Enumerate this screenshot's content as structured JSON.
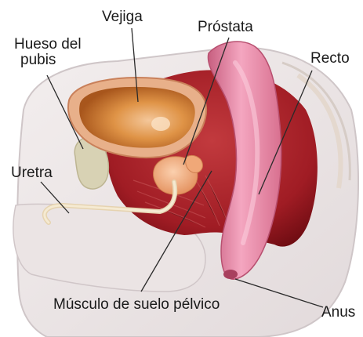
{
  "labels": {
    "bladder": "Vejiga",
    "prostate": "Próstata",
    "pubic_bone_line1": "Hueso del",
    "pubic_bone_line2": "pubis",
    "rectum": "Recto",
    "urethra": "Uretra",
    "pelvic_floor_muscle": "Músculo de suelo pélvico",
    "anus": "Anus"
  },
  "colors": {
    "background": "#ffffff",
    "skin": "#ece6e6",
    "skin_edge": "#cfc6c8",
    "pelvic_cavity": "#a8202a",
    "pelvic_cavity_dark": "#7a1016",
    "bladder": "#d98a3a",
    "bladder_rim": "#e8b08a",
    "prostate": "#f0a878",
    "rectum": "#e890aa",
    "rectum_shadow": "#c8607e",
    "pubic_bone": "#d8d2b4",
    "urethra": "#f3e6c8",
    "label_text": "#1a1a1a"
  }
}
